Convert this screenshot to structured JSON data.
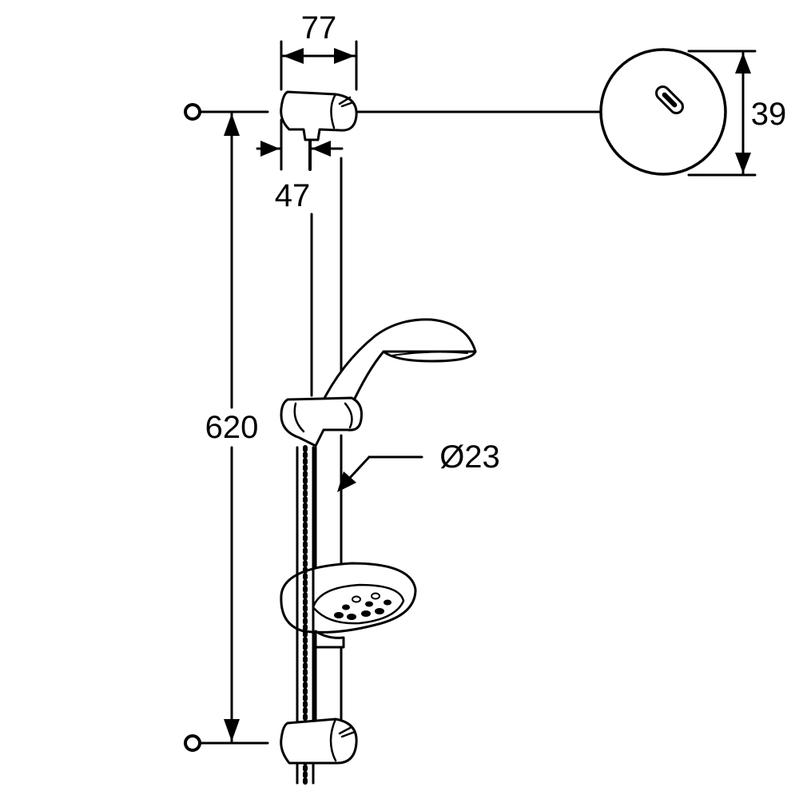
{
  "dimensions": {
    "top_width": "77",
    "wall_offset": "47",
    "cap_height": "39",
    "rail_length": "620",
    "rail_diameter": "Ø23"
  },
  "colors": {
    "line": "#000000",
    "background": "#ffffff"
  }
}
